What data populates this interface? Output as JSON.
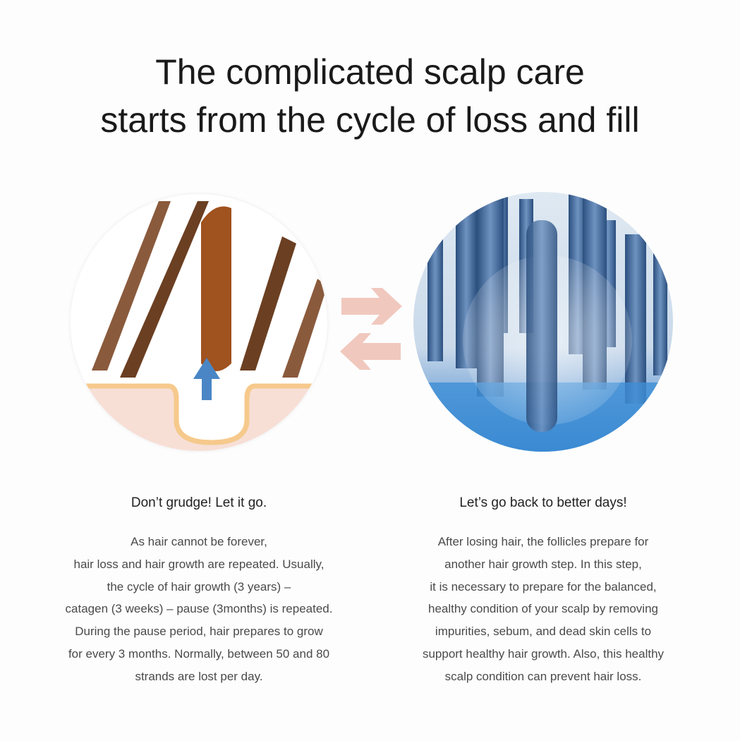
{
  "title": {
    "line1": "The complicated scalp care",
    "line2": "starts from the cycle of loss and fill"
  },
  "left": {
    "heading": "Don’t grudge! Let it go.",
    "lines": [
      "As hair cannot be forever,",
      "hair loss and hair growth are repeated. Usually,",
      "the cycle of hair growth (3 years) –",
      "catagen (3 weeks) – pause (3months) is repeated.",
      "During the pause period, hair prepares to grow",
      "for every 3 months. Normally, between 50 and 80",
      "strands are lost per day."
    ]
  },
  "right": {
    "heading": "Let’s go back to better days!",
    "lines": [
      "After losing hair, the follicles prepare for",
      "another hair growth step. In this step,",
      "it is necessary to prepare for the balanced,",
      "healthy condition of your scalp by removing",
      "impurities, sebum, and dead skin cells to",
      "support healthy hair growth. Also, this healthy",
      "scalp condition can prevent hair loss."
    ]
  },
  "colors": {
    "hair_brown": "#8a5a3c",
    "hair_dark": "#6b3f22",
    "follicle": "#a0521f",
    "skin": "#f7dfd6",
    "skin_line": "#f6c98c",
    "arrow_up": "#4a86c5",
    "cycle_arrows": "#f1c8be"
  }
}
